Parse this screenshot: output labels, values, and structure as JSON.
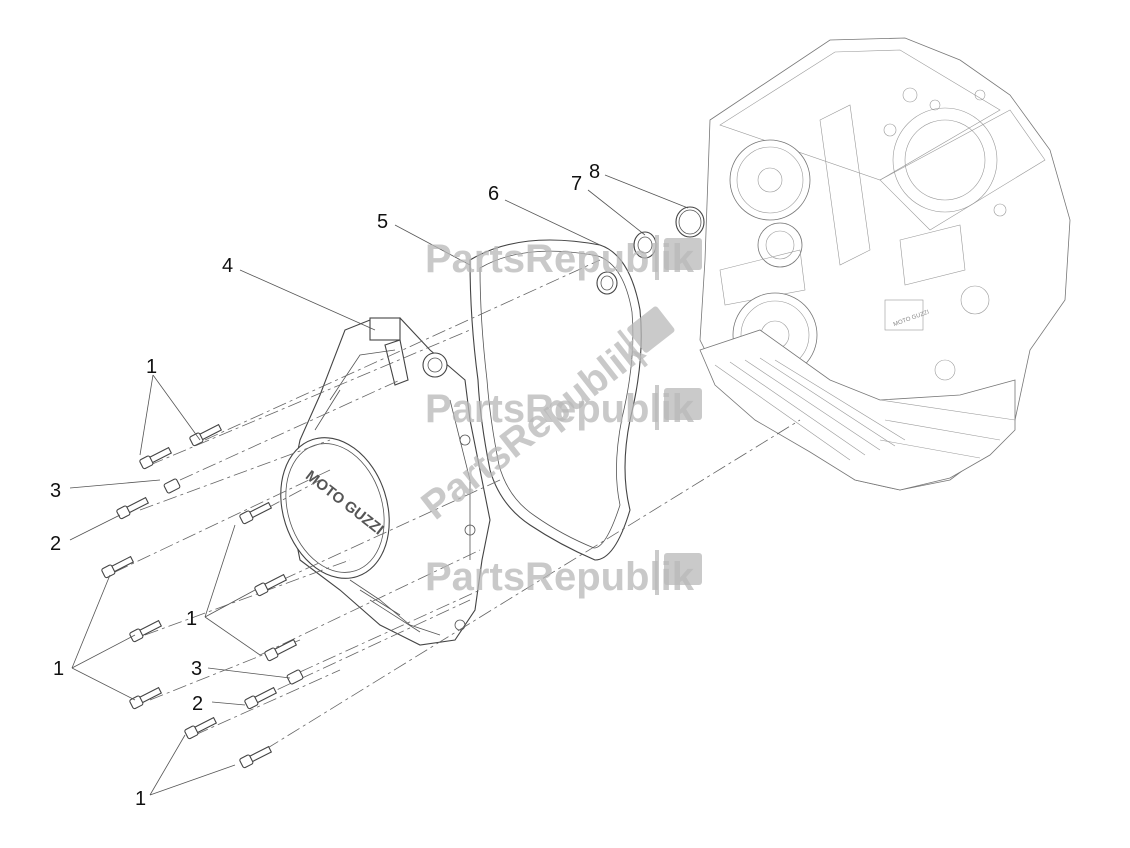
{
  "diagram": {
    "callouts": [
      {
        "id": "c1a",
        "label": "1"
      },
      {
        "id": "c3a",
        "label": "3"
      },
      {
        "id": "c2a",
        "label": "2"
      },
      {
        "id": "c1b",
        "label": "1"
      },
      {
        "id": "c1c",
        "label": "1"
      },
      {
        "id": "c3b",
        "label": "3"
      },
      {
        "id": "c2b",
        "label": "2"
      },
      {
        "id": "c1d",
        "label": "1"
      },
      {
        "id": "c4",
        "label": "4"
      },
      {
        "id": "c5",
        "label": "5"
      },
      {
        "id": "c6",
        "label": "6"
      },
      {
        "id": "c7",
        "label": "7"
      },
      {
        "id": "c8",
        "label": "8"
      }
    ],
    "cover_logo": "MOTO GUZZI",
    "engine_logo": "MOTO GUZZI"
  },
  "watermark": {
    "text": "PartsRepublik",
    "icon": "gear-flag-icon"
  }
}
